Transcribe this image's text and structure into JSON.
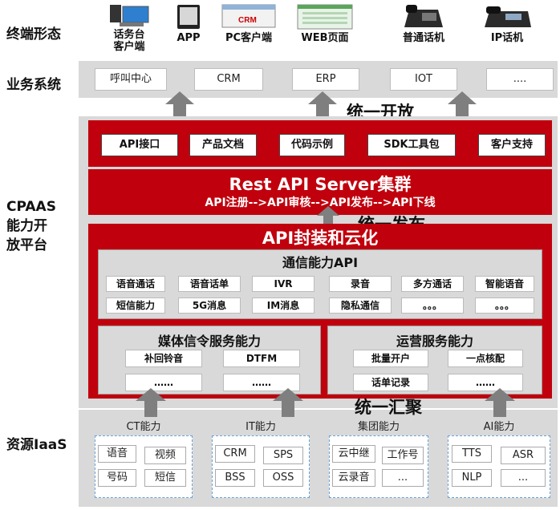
{
  "side_labels": {
    "terminal": "终端形态",
    "business": "业务系统",
    "cpaas": [
      "CPAAS",
      "能力开",
      "放平台"
    ],
    "iaas": "资源IaaS"
  },
  "devices": [
    {
      "label": "话务台\n客户端",
      "icon": "operator-console-icon"
    },
    {
      "label": "APP",
      "icon": "tablet-app-icon"
    },
    {
      "label": "PC客户端",
      "icon": "pc-client-icon"
    },
    {
      "label": "WEB页面",
      "icon": "web-page-icon"
    },
    {
      "label": "普通话机",
      "icon": "desk-phone-icon"
    },
    {
      "label": "IP话机",
      "icon": "ip-phone-icon"
    }
  ],
  "business_systems": [
    "呼叫中心",
    "CRM",
    "ERP",
    "IOT",
    "...."
  ],
  "labels": {
    "open": "统一开放",
    "publish": "统一发布",
    "aggregate": "统一汇聚"
  },
  "open_api_items": [
    "API接口",
    "产品文档",
    "代码示例",
    "SDK工具包",
    "客户支持"
  ],
  "rest_server": {
    "title": "Rest API Server集群",
    "subtitle": "API注册-->API审核-->API发布-->API下线"
  },
  "cloud": {
    "title": "API封装和云化",
    "comm_api": {
      "title": "通信能力API",
      "row1": [
        "语音通话",
        "语音话单",
        "IVR",
        "录音",
        "多方通话",
        "智能语音"
      ],
      "row2": [
        "短信能力",
        "5G消息",
        "IM消息",
        "隐私通信",
        "。。。",
        "。。。"
      ]
    },
    "media": {
      "title": "媒体信令服务能力",
      "items": [
        "补回铃音",
        "DTFM",
        "……",
        "……"
      ]
    },
    "ops": {
      "title": "运营服务能力",
      "items": [
        "批量开户",
        "一点核配",
        "话单记录",
        "……"
      ]
    }
  },
  "resources": [
    {
      "title": "CT能力",
      "items": [
        "语音",
        "视频",
        "号码",
        "短信"
      ]
    },
    {
      "title": "IT能力",
      "items": [
        "CRM",
        "SPS",
        "BSS",
        "OSS"
      ]
    },
    {
      "title": "集团能力",
      "items": [
        "云中继",
        "工作号",
        "云录音",
        "..."
      ]
    },
    {
      "title": "AI能力",
      "items": [
        "TTS",
        "ASR",
        "NLP",
        "..."
      ]
    }
  ],
  "colors": {
    "accent_red": "#c0000d",
    "band_gray": "#d9d9d9",
    "arrow_gray": "#7f7f7f",
    "resource_border": "#6aa2d6"
  }
}
